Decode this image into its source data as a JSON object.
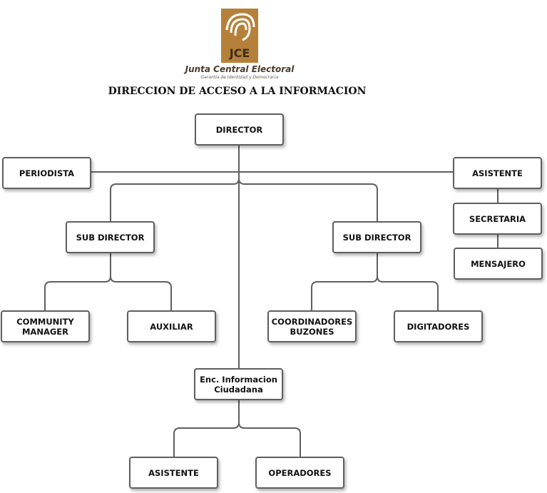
{
  "header": {
    "logo_text": "JCE",
    "org_name": "Junta Central Electoral",
    "tagline": "Garantía de Identidad y Democracia",
    "title": "DIRECCION DE ACCESO A LA INFORMACION"
  },
  "nodes": {
    "director": "DIRECTOR",
    "periodista": "PERIODISTA",
    "asistente_top": "ASISTENTE",
    "secretaria": "SECRETARIA",
    "mensajero": "MENSAJERO",
    "sub_director_left": "SUB DIRECTOR",
    "sub_director_right": "SUB DIRECTOR",
    "community_manager": "COMMUNITY MANAGER",
    "auxiliar": "AUXILIAR",
    "coordinadores_buzones": "COORDINADORES BUZONES",
    "digitadores": "DIGITADORES",
    "enc_informacion": "Enc. Informacion Ciudadana",
    "asistente_bottom": "ASISTENTE",
    "operadores": "OPERADORES"
  },
  "colors": {
    "logo": "#b5813a",
    "line": "#5f5f5f"
  }
}
